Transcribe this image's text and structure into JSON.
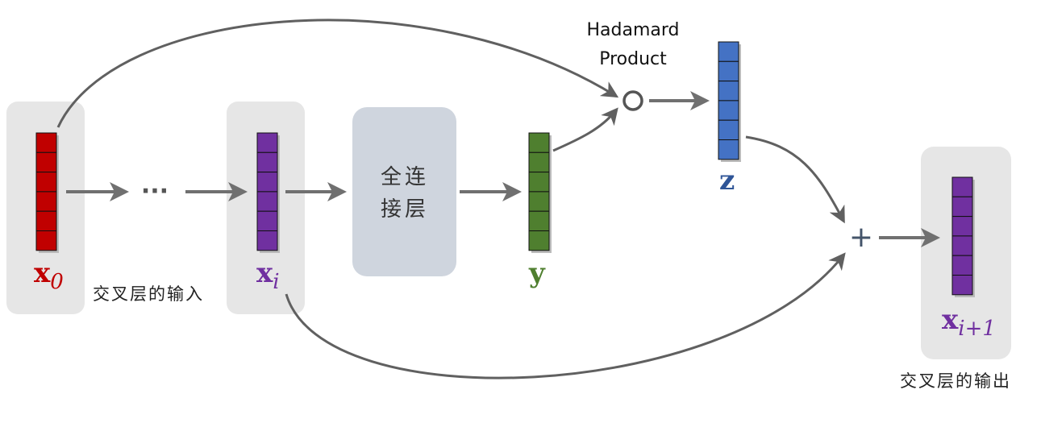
{
  "colors": {
    "x0": "#c00000",
    "xi": "#7030a0",
    "y": "#4f7f2f",
    "z": "#4472c4",
    "z_label": "#2f5597",
    "arrow": "#707070",
    "box": "#e6e6e6",
    "fc_box": "#cfd5de"
  },
  "vectors": {
    "x0": {
      "main": "x",
      "sub": "0"
    },
    "xi": {
      "main": "x",
      "sub": "i"
    },
    "y": {
      "main": "y"
    },
    "z": {
      "main": "z"
    },
    "xi1": {
      "main": "x",
      "sub": "i+1"
    }
  },
  "ellipsis": "···",
  "fc_layer": {
    "line1": "全连",
    "line2": "接层"
  },
  "hadamard": {
    "line1": "Hadamard",
    "line2": "Product"
  },
  "plus": "+",
  "captions": {
    "input": "交叉层的输入",
    "output": "交叉层的输出"
  }
}
